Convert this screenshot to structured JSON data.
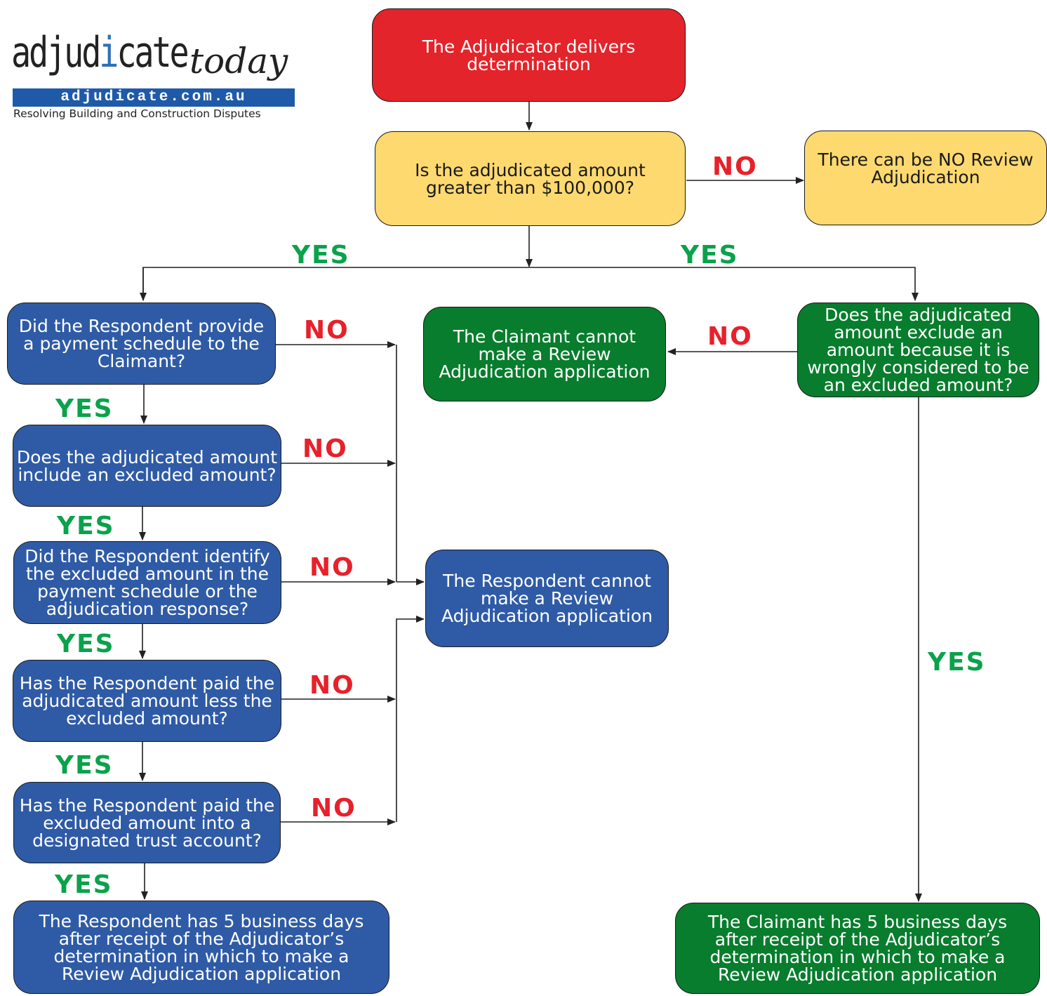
{
  "logo": {
    "word_pre": "adjud",
    "word_hi": "i",
    "word_post": "cate",
    "today": "today",
    "url": "adjudicate.com.au",
    "tagline": "Resolving Building and Construction Disputes"
  },
  "nodes": {
    "start": "The Adjudicator delivers determination",
    "q_amount": "Is the adjudicated amount greater than $100,000?",
    "no_review": "There can be NO Review Adjudication",
    "q_payment_schedule": "Did the Respondent provide a payment schedule to the Claimant?",
    "q_include_excluded": "Does the adjudicated amount include an excluded amount?",
    "q_identify_excluded": "Did the Respondent identify the excluded amount in the payment schedule or the adjudication response?",
    "q_paid_less": "Has the Respondent paid the adjudicated amount less the excluded amount?",
    "q_trust": "Has the Respondent paid the excluded amount into a designated trust account?",
    "respondent_5days": "The Respondent has 5 business days after receipt of the Adjudicator’s determination in which to make a Review Adjudication application",
    "respondent_cannot": "The Respondent cannot make a Review Adjudication application",
    "claimant_cannot": "The Claimant cannot make a Review Adjudication application",
    "q_wrongly_excluded": "Does the adjudicated amount exclude an amount because it is wrongly considered to be an excluded amount?",
    "claimant_5days": "The Claimant has 5 business days after receipt of the Adjudicator’s determination in which to make a Review Adjudication application"
  },
  "labels": {
    "no": "NO",
    "yes": "YES"
  },
  "colors": {
    "red": "#e3242b",
    "yellow": "#fdd970",
    "blue": "#2f5ba6",
    "green": "#087d2d",
    "no_label": "#e8202a",
    "yes_label": "#0aa24b"
  }
}
